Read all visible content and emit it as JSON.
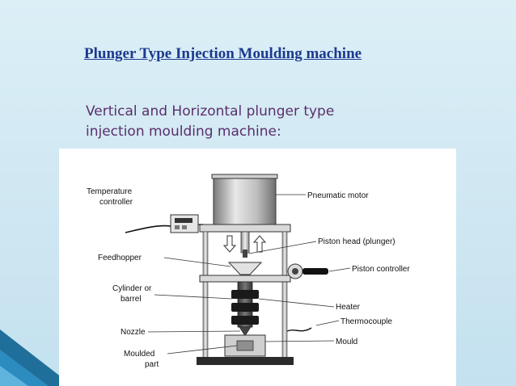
{
  "slide": {
    "title": "Plunger Type Injection Moulding machine",
    "subtitle_line1": "Vertical and Horizontal plunger type",
    "subtitle_line2": "injection moulding machine:"
  },
  "colors": {
    "title": "#1c3a8e",
    "subtitle": "#5a2f6c",
    "background": "#d6ecf5",
    "accent": "#1f6f9a"
  },
  "diagram": {
    "labels": {
      "temperature_controller_1": "Temperature",
      "temperature_controller_2": "controller",
      "feed_hopper": "Feedhopper",
      "cylinder_1": "Cylinder or",
      "cylinder_2": "barrel",
      "nozzle": "Nozzle",
      "moulded_part_1": "Moulded",
      "moulded_part_2": "part",
      "pneumatic_motor": "Pneumatic motor",
      "piston_head": "Piston head (plunger)",
      "piston_controller": "Piston controller",
      "heater": "Heater",
      "thermocouple": "Thermocouple",
      "mould": "Mould"
    }
  }
}
